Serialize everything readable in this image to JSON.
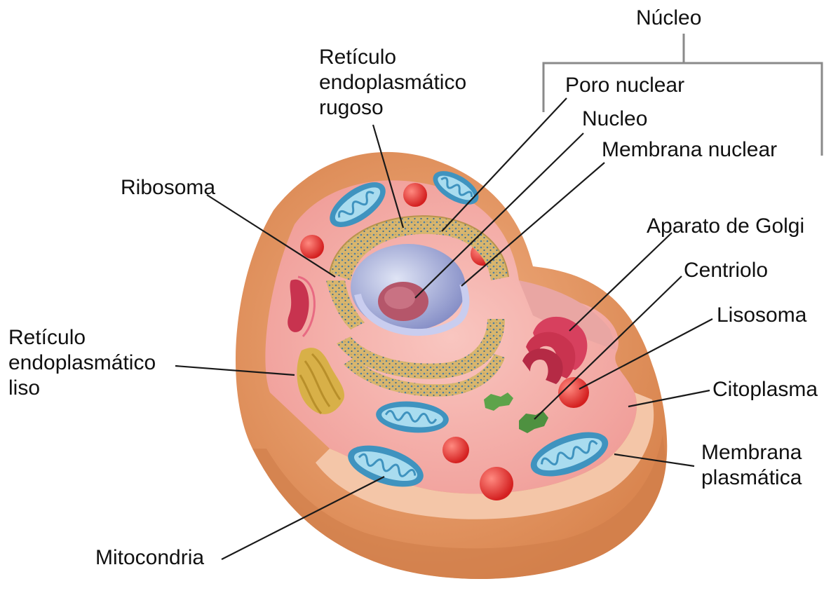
{
  "labels": {
    "nucleo_group": "Núcleo",
    "rer": [
      "Retículo",
      "endoplasmático",
      "rugoso"
    ],
    "poro_nuclear": "Poro nuclear",
    "nucleo": "Nucleo",
    "membrana_nuclear": "Membrana nuclear",
    "ribosoma": "Ribosoma",
    "aparato_golgi": "Aparato de Golgi",
    "centriolo": "Centriolo",
    "lisosoma": "Lisosoma",
    "citoplasma": "Citoplasma",
    "membrana_plasmatica": [
      "Membrana",
      "plasmática"
    ],
    "rel": [
      "Retículo",
      "endoplasmático",
      "liso"
    ],
    "mitocondria": "Mitocondria"
  },
  "colors": {
    "membrane_outer": "#e9a070",
    "membrane_shadow": "#c97a48",
    "cytoplasm": "#f7b6b0",
    "cytoplasm_inner": "#f3a3a0",
    "nucleus_envelope": "#8e93c8",
    "nucleolus": "#b5566a",
    "rer": "#d9b870",
    "golgi": "#d24a66",
    "mitochondria": "#4ca0c8",
    "lysosome": "#e23b3b",
    "centriole": "#5da34a",
    "smooth_er": "#d8b048"
  }
}
